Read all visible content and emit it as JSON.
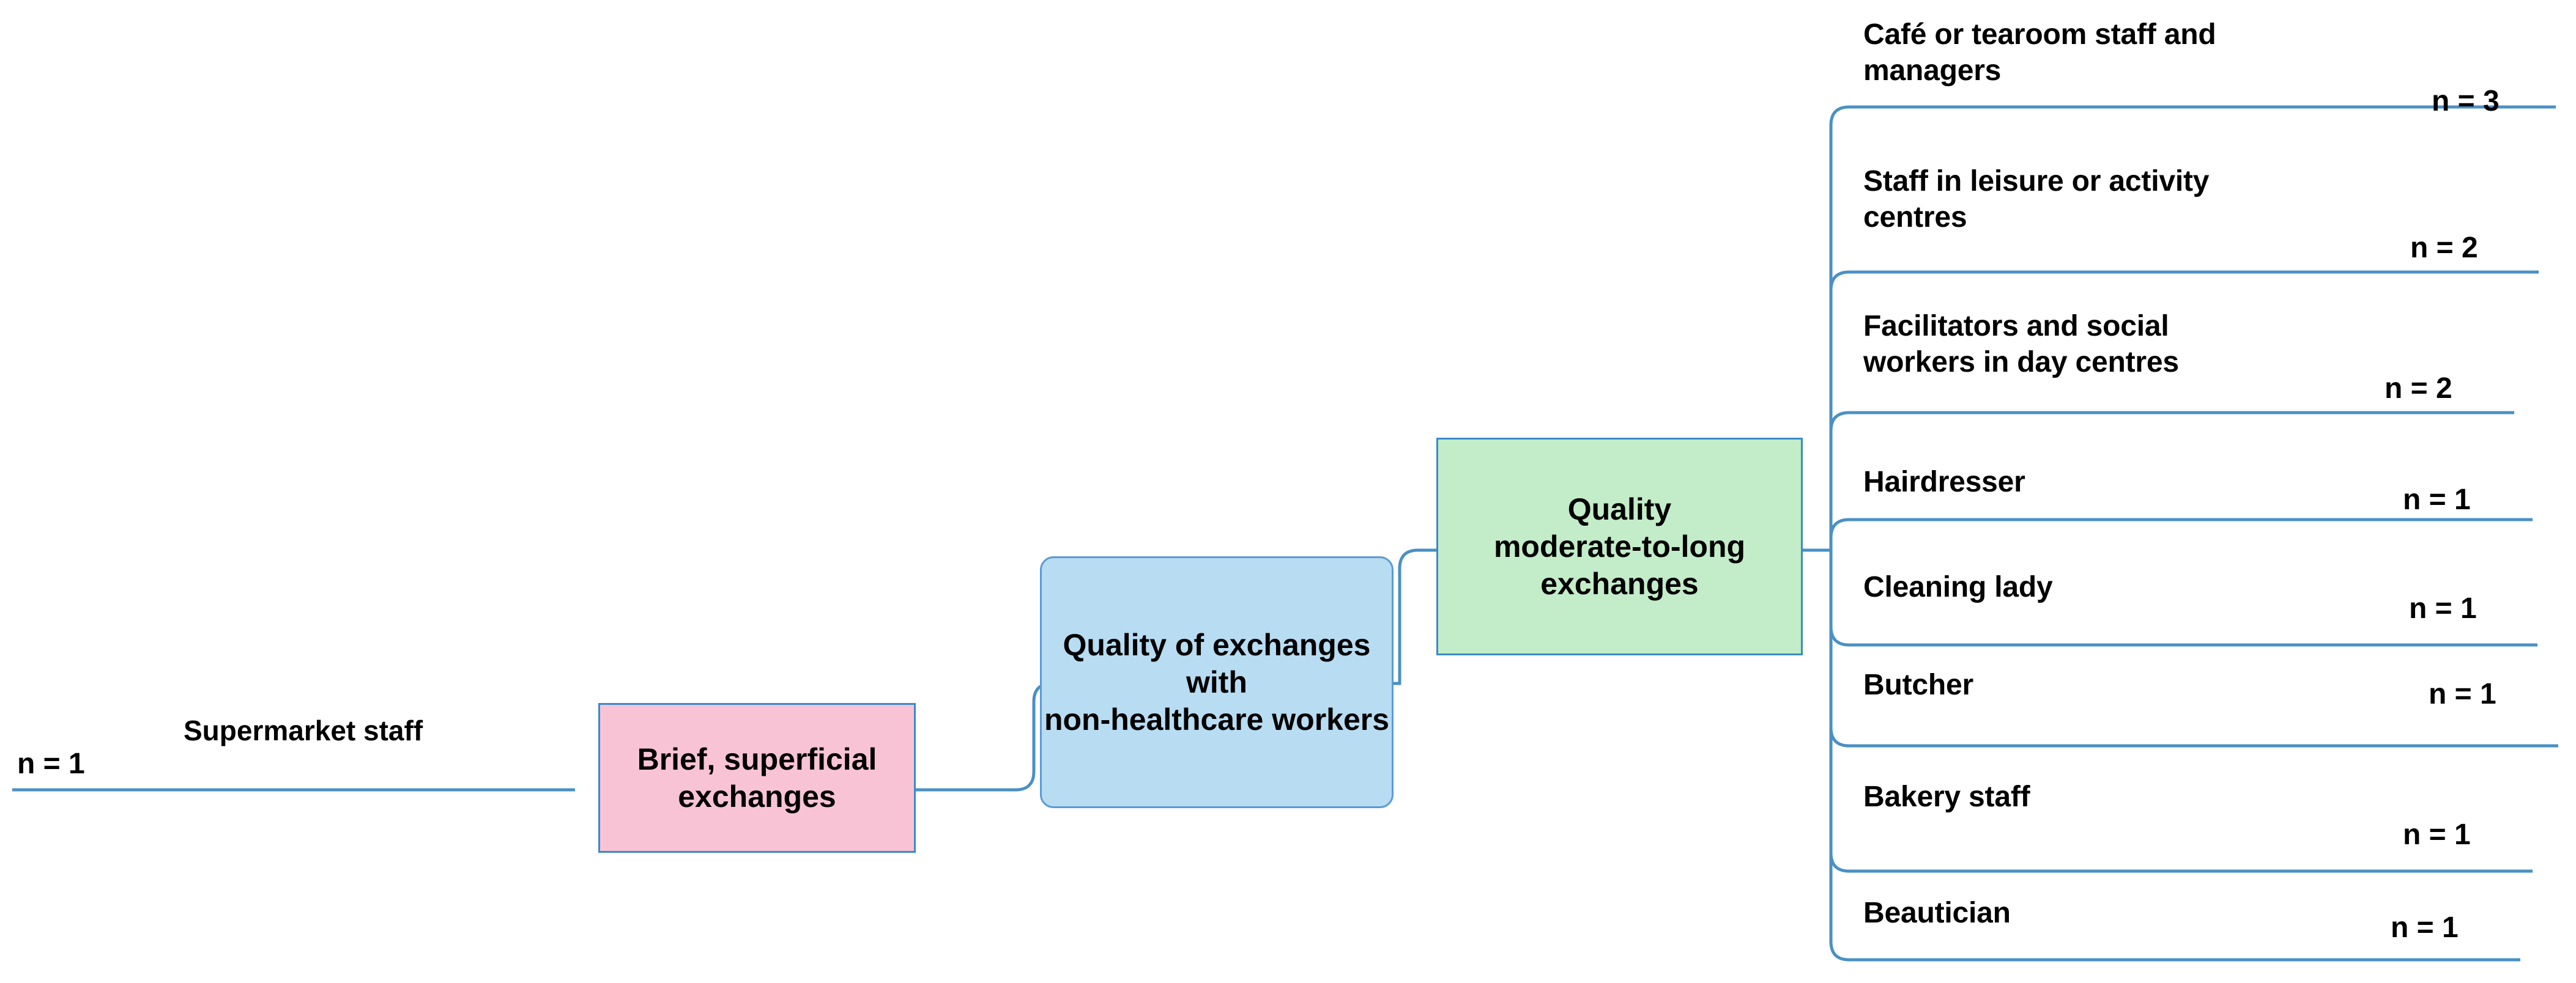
{
  "diagram": {
    "title": "Quality of exchanges with non-healthcare workers",
    "accent_line_color": "#4a90c4",
    "nodes": {
      "root": {
        "label": "Quality of exchanges with\nnon-healthcare workers",
        "fill": "#b8dcf2",
        "border": "#5b9bd5"
      },
      "brief": {
        "label": "Brief, superficial\nexchanges",
        "fill": "#f9c3d6",
        "border": "#3a8bc8"
      },
      "moderate": {
        "label": "Quality\nmoderate-to-long\nexchanges",
        "fill": "#c3ecc8",
        "border": "#3a8bc8"
      }
    },
    "brief_children": [
      {
        "label": "Supermarket staff",
        "count": "n = 1"
      }
    ],
    "moderate_children": [
      {
        "label": "Café or tearoom staff and\nmanagers",
        "count": "n = 3"
      },
      {
        "label": "Staff in leisure or activity\ncentres",
        "count": "n = 2"
      },
      {
        "label": "Facilitators and social\nworkers in day centres",
        "count": "n = 2"
      },
      {
        "label": "Hairdresser",
        "count": "n = 1"
      },
      {
        "label": "Cleaning lady",
        "count": "n = 1"
      },
      {
        "label": "Butcher",
        "count": "n = 1"
      },
      {
        "label": "Bakery staff",
        "count": "n = 1"
      },
      {
        "label": "Beautician",
        "count": "n = 1"
      }
    ]
  }
}
